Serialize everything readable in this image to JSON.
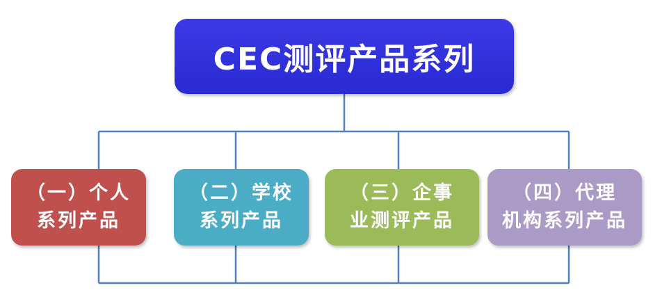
{
  "diagram": {
    "root": {
      "label": "CEC测评产品系列",
      "color": "#2e2ed9"
    },
    "children": [
      {
        "line1": "（一）个人",
        "line2": "系列产品",
        "color": "#c0504d"
      },
      {
        "line1": "（二）学校",
        "line2": "系列产品",
        "color": "#4bacc6"
      },
      {
        "line1": "（三）企事",
        "line2": "业测评产品",
        "color": "#9bbb59"
      },
      {
        "line1": "（四）代理",
        "line2": "机构系列产品",
        "color": "#a99bc6"
      }
    ],
    "connector_color": "#4f81bd"
  }
}
